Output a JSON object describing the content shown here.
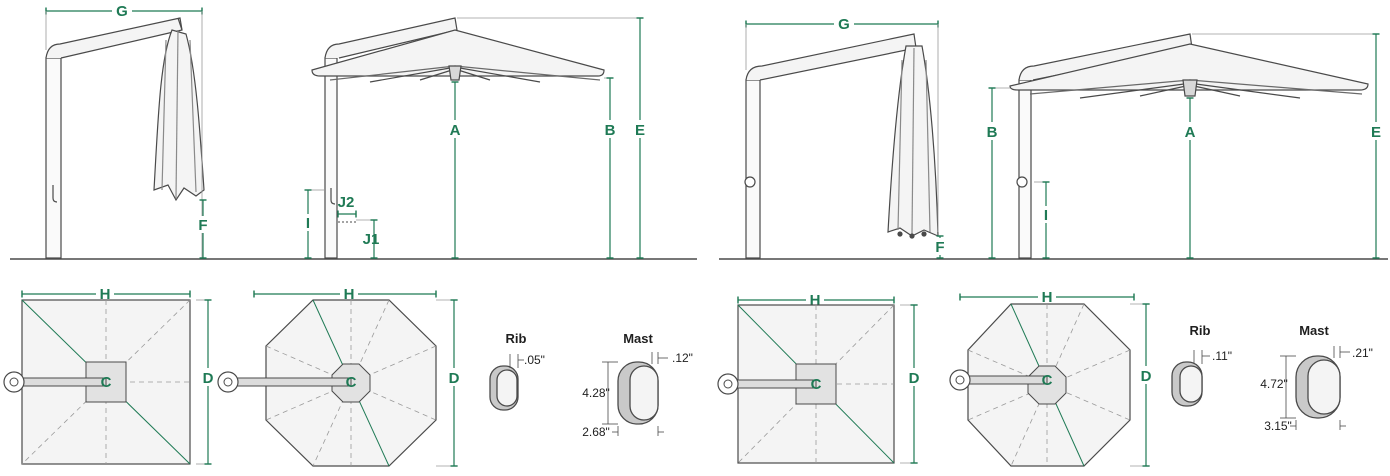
{
  "colors": {
    "dimension": "#1f7a55",
    "line": "#4a4a4a",
    "light_line": "#9a9a9a",
    "canopy_fill": "#f2f2f2",
    "section_fill": "#c9c9c9"
  },
  "labels": {
    "a": "A",
    "b": "B",
    "c": "C",
    "d": "D",
    "e": "E",
    "f": "F",
    "g": "G",
    "h": "H",
    "i": "I",
    "j1": "J1",
    "j2": "J2",
    "rib": "Rib",
    "mast": "Mast"
  },
  "model_small": {
    "rib_thickness": ".05\"",
    "mast_thickness": ".12\"",
    "mast_depth": "4.28\"",
    "mast_width": "2.68\""
  },
  "model_large": {
    "rib_thickness": ".11\"",
    "mast_thickness": ".21\"",
    "mast_depth": "4.72\"",
    "mast_width": "3.15\""
  },
  "icons": [
    "umbrella-elevation",
    "square-canopy-plan",
    "octagon-canopy-plan",
    "rib-section",
    "mast-section"
  ]
}
